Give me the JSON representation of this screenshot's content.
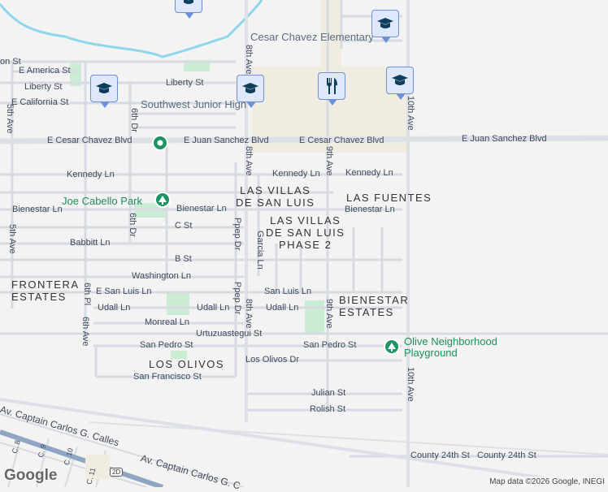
{
  "map": {
    "colors": {
      "background": "#f4f3f4",
      "road": "#d6dbe2",
      "arterial": "#dde1e7",
      "river": "#8fd6ea",
      "park": "#c9ecd3",
      "campus": "#f1ece0",
      "highway": "#8fa6c2",
      "school_pin": "#dfe7fb",
      "park_pin": "#1e9563"
    },
    "streets": {
      "cesar_chavez": "E Cesar Chavez Blvd",
      "juan_sanchez_1": "E Juan Sanchez Blvd",
      "cesar_chavez_2": "E Cesar Chavez Blvd",
      "juan_sanchez_2": "E Juan Sanchez Blvd",
      "union": "on St",
      "america": "E America St",
      "liberty_w": "Liberty St",
      "california": "E California St",
      "liberty_e": "Liberty St",
      "kennedy_w": "Kennedy Ln",
      "kennedy_m": "Kennedy Ln",
      "kennedy_e": "Kennedy Ln",
      "bienestar_w": "Bienestar Ln",
      "bienestar_m": "Bienestar Ln",
      "bienestar_e": "Bienestar Ln",
      "c_st": "C St",
      "babbitt": "Babbitt Ln",
      "b_st": "B St",
      "washington": "Washington Ln",
      "san_luis_w": "E San Luis Ln",
      "san_luis_e": "San Luis Ln",
      "udall_w": "Udall Ln",
      "udall_m": "Udall Ln",
      "udall_e": "Udall Ln",
      "monreal": "Monreal Ln",
      "urtuzuastegui": "Urtuzuastegui St",
      "san_pedro_w": "San Pedro St",
      "san_pedro_e": "San Pedro St",
      "los_olivos_dr": "Los Olivos Dr",
      "san_francisco": "San Francisco St",
      "julian": "Julian St",
      "rolish": "Rolish St",
      "county24_1": "County 24th St",
      "county24_2": "County 24th St",
      "fifth_ave_n": "5th Ave",
      "fifth_ave_s": "5th Ave",
      "sixth_dr_n": "6th Dr",
      "sixth_dr_s": "6th Dr",
      "sixth_pl": "6th Pl",
      "sixth_ave": "6th Ave",
      "eighth_ave_n": "8th Ave",
      "eighth_ave_m": "8th Ave",
      "eighth_ave_s": "8th Ave",
      "ppep_n": "Ppep Dr",
      "ppep_s": "Ppep Dr",
      "garcia": "Garcia Ln",
      "ninth_ave_n": "9th Ave",
      "ninth_ave_s": "9th Ave",
      "tenth_ave_n": "10th Ave",
      "tenth_ave_s": "10th Ave",
      "calles_1": "Av. Captain Carlos G. Calles",
      "calles_2": "Av. Captain Carlos G. C",
      "c8": "C. 8",
      "c9": "C. 9",
      "c10": "C. 10",
      "c11": "C. 11",
      "route": "2D"
    },
    "districts": {
      "villas": "LAS VILLAS\nDE SAN LUIS",
      "villas2": "LAS VILLAS\nDE SAN LUIS\nPHASE 2",
      "fuentes": "LAS FUENTES",
      "frontera": "FRONTERA\nESTATES",
      "bienestar": "BIENESTAR\nESTATES",
      "olivos": "LOS OLIVOS"
    },
    "pois": {
      "cesar_chavez_elem": "Cesar Chavez Elementary",
      "southwest_jh": "Southwest Junior High",
      "joe_cabello": "Joe Cabello Park",
      "olive": "Olive Neighborhood\nPlayground"
    },
    "markers": [
      {
        "icon": "school-icon"
      },
      {
        "icon": "school-icon"
      },
      {
        "icon": "school-icon"
      },
      {
        "icon": "school-icon"
      },
      {
        "icon": "school-icon"
      },
      {
        "icon": "restaurant-icon"
      },
      {
        "icon": "park-icon"
      },
      {
        "icon": "park-icon"
      },
      {
        "icon": "place-icon"
      }
    ],
    "attribution": "Map data ©2026 Google, INEGI",
    "logo": "Google"
  }
}
